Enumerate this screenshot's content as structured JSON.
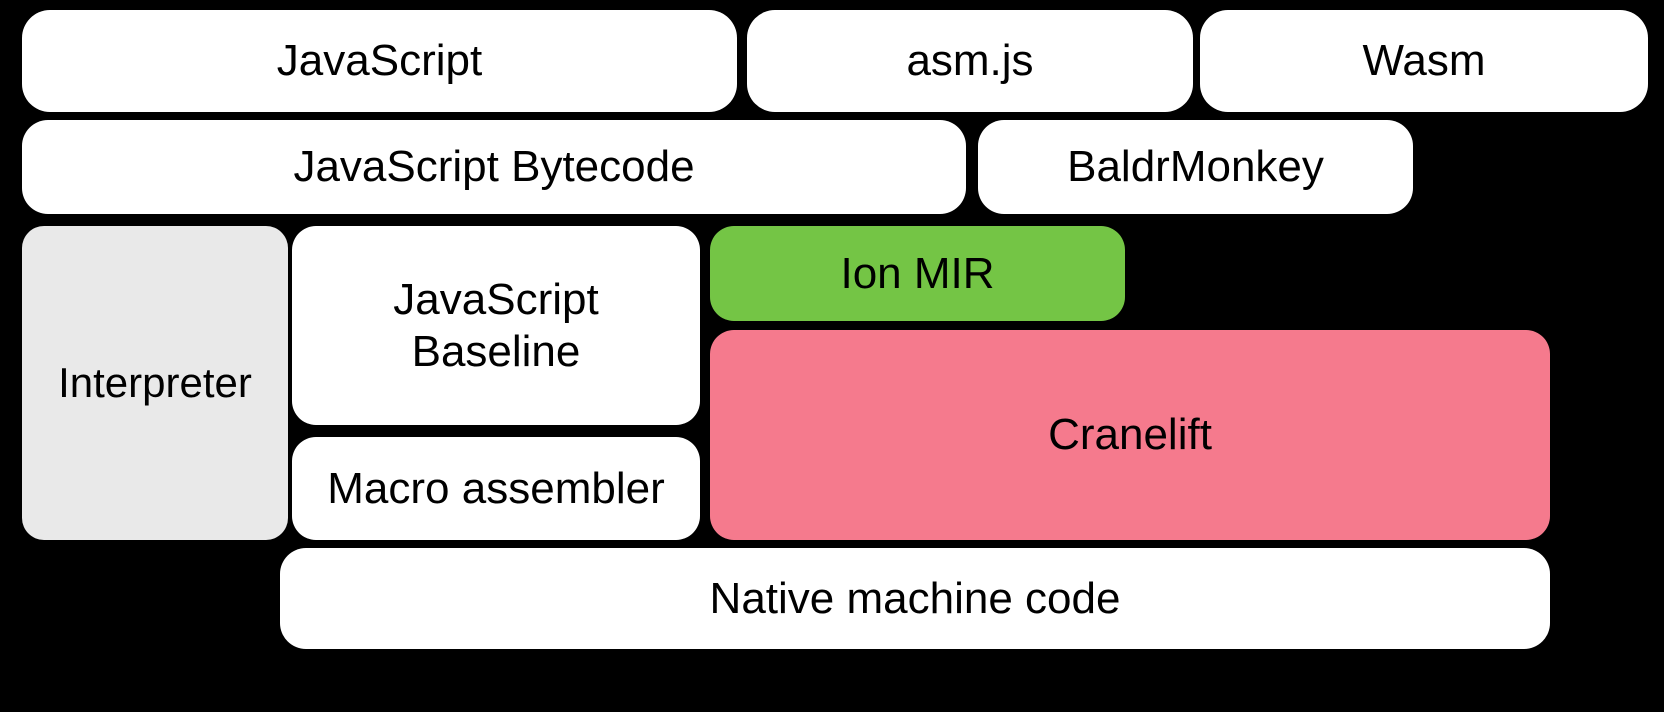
{
  "diagram": {
    "background_color": "#000000",
    "palette": {
      "default_fill": "#ffffff",
      "grey_fill": "#e9e9e9",
      "green_fill": "#74c545",
      "pink_fill": "#f57a8d",
      "text_color": "#000000"
    },
    "rows": [
      {
        "name": "source-languages",
        "nodes": [
          {
            "id": "javascript",
            "label": "JavaScript",
            "fill": "#ffffff"
          },
          {
            "id": "asmjs",
            "label": "asm.js",
            "fill": "#ffffff"
          },
          {
            "id": "wasm",
            "label": "Wasm",
            "fill": "#ffffff"
          }
        ]
      },
      {
        "name": "intermediate-representations",
        "nodes": [
          {
            "id": "js-bytecode",
            "label": "JavaScript Bytecode",
            "fill": "#ffffff"
          },
          {
            "id": "baldrmonkey",
            "label": "BaldrMonkey",
            "fill": "#ffffff"
          }
        ]
      },
      {
        "name": "execution-tiers",
        "nodes": [
          {
            "id": "interpreter",
            "label": "Interpreter",
            "fill": "#e9e9e9"
          },
          {
            "id": "js-baseline",
            "label": "JavaScript\nBaseline",
            "fill": "#ffffff"
          },
          {
            "id": "macro-assembler",
            "label": "Macro assembler",
            "fill": "#ffffff"
          },
          {
            "id": "ion-mir",
            "label": "Ion MIR",
            "fill": "#74c545"
          },
          {
            "id": "cranelift",
            "label": "Cranelift",
            "fill": "#f57a8d"
          }
        ]
      },
      {
        "name": "output",
        "nodes": [
          {
            "id": "native-code",
            "label": "Native machine code",
            "fill": "#ffffff"
          }
        ]
      }
    ]
  }
}
